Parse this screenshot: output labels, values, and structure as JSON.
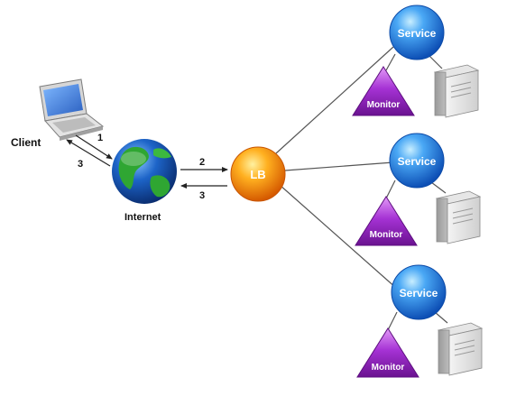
{
  "client": {
    "label": "Client"
  },
  "internet": {
    "label": "Internet"
  },
  "load_balancer": {
    "label": "LB"
  },
  "flow_steps": {
    "client_to_internet": "1",
    "internet_to_client": "3",
    "internet_to_lb": "2",
    "lb_to_internet": "3"
  },
  "service_groups": [
    {
      "service_label": "Service",
      "monitor_label": "Monitor"
    },
    {
      "service_label": "Service",
      "monitor_label": "Monitor"
    },
    {
      "service_label": "Service",
      "monitor_label": "Monitor"
    }
  ],
  "colors": {
    "service_blue": "#1a73e0",
    "service_blue_light": "#8fd3ff",
    "monitor_purple": "#8a1fb4",
    "monitor_purple_light": "#d27af0",
    "lb_orange": "#f07a0a",
    "lb_orange_light": "#ffd24a",
    "globe_ocean": "#1d64c8",
    "globe_land": "#2fa632",
    "connector_line": "#555555"
  },
  "icons": {
    "client": "laptop-icon",
    "internet": "globe-icon",
    "server": "server-tower-icon"
  }
}
